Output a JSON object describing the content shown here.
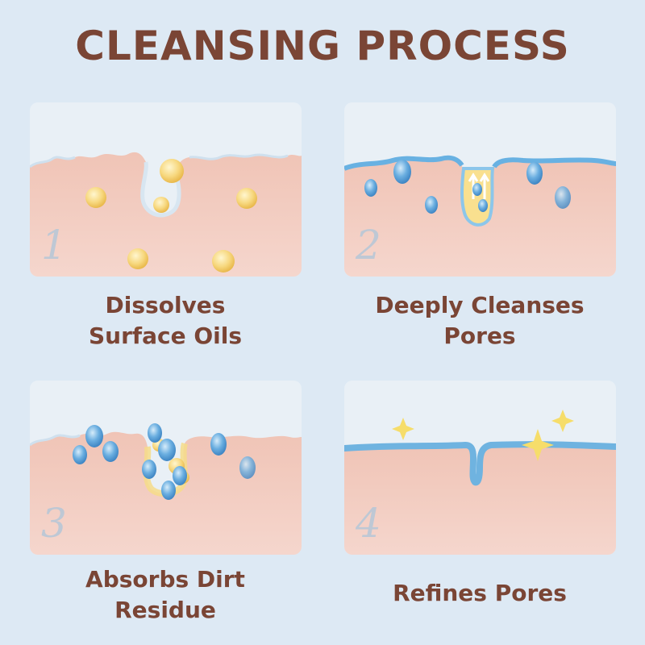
{
  "title": "CLEANSING PROCESS",
  "colors": {
    "background": "#dde9f4",
    "title": "#7a4535",
    "skin": "#f2cfc4",
    "oil": "#f6d77e",
    "cleanser": "#6fb3e0",
    "sparkle": "#f6dd6a"
  },
  "steps": [
    {
      "number": "1",
      "caption": [
        "Dissolves",
        "Surface Oils"
      ]
    },
    {
      "number": "2",
      "caption": [
        "Deeply Cleanses",
        "Pores"
      ]
    },
    {
      "number": "3",
      "caption": [
        "Absorbs Dirt",
        "Residue"
      ]
    },
    {
      "number": "4",
      "caption": [
        "Refines Pores"
      ]
    }
  ]
}
